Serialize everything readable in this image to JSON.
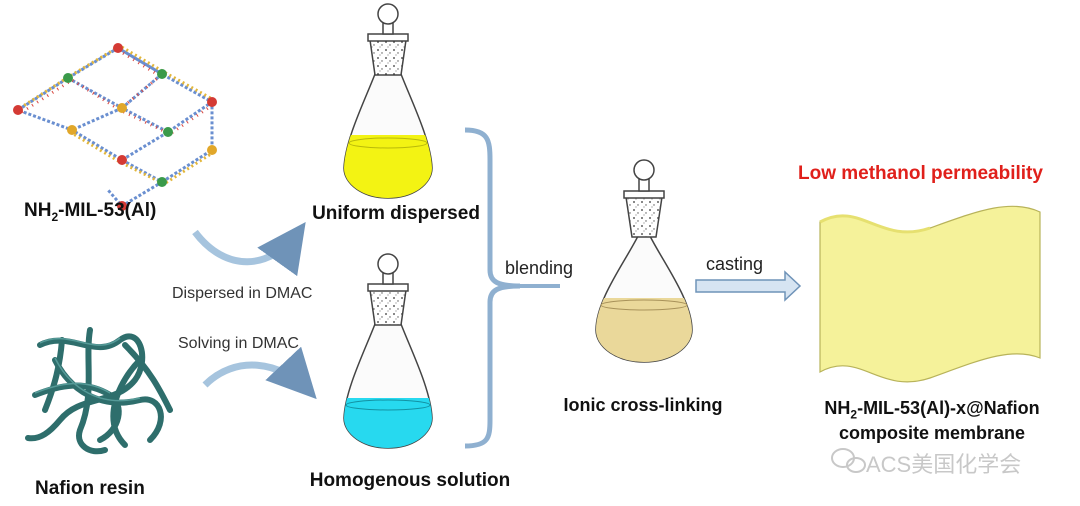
{
  "labels": {
    "mof_prefix": "NH",
    "mof_sub": "2",
    "mof_suffix": "-MIL-53(Al)",
    "nafion": "Nafion resin",
    "uniform": "Uniform dispersed",
    "homogenous": "Homogenous solution",
    "dispersed_step": "Dispersed in DMAC",
    "solving_step": "Solving in DMAC",
    "blending": "blending",
    "ionic": "Ionic cross-linking",
    "casting": "casting",
    "low_perm": "Low methanol permeability",
    "product_prefix": "NH",
    "product_sub": "2",
    "product_suffix": "-MIL-53(Al)-x@Nafion",
    "product_line2": "composite membrane",
    "watermark": "ACS美国化学会"
  },
  "colors": {
    "yellow_liquid": "#f3f313",
    "cyan_liquid": "#27d9ef",
    "mixed_liquid": "#ead89a",
    "membrane": "#f5f29a",
    "bracket": "#8fb0d0",
    "arrow": "#a6c4de",
    "resin": "#2e6e6c",
    "red_text": "#e0201b"
  },
  "icons": [
    "mof-lattice-icon",
    "nafion-resin-icon",
    "flask-icon",
    "membrane-icon",
    "wechat-icon"
  ]
}
